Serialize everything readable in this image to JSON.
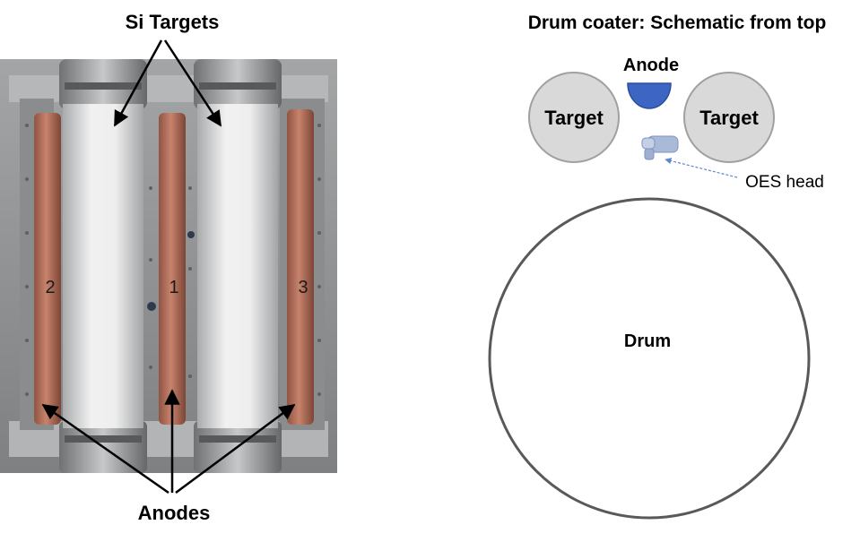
{
  "photo": {
    "targets_label": "Si Targets",
    "anodes_label": "Anodes",
    "anode_numbers": [
      "2",
      "1",
      "3"
    ]
  },
  "schematic": {
    "title": "Drum coater: Schematic from top",
    "anode_label": "Anode",
    "target_left_label": "Target",
    "target_right_label": "Target",
    "oes_label": "OES head",
    "drum_label": "Drum"
  },
  "colors": {
    "anode_copper": "#b7735e",
    "target_white": "#e6e6e6",
    "frame_gray": "#8e9091",
    "anode_blue": "#3d66c4",
    "oes_blue": "#a9b9d8",
    "pointer_blue": "#5b86d1",
    "target_circle_fill": "#d9d9d9",
    "circle_stroke": "#595959"
  }
}
